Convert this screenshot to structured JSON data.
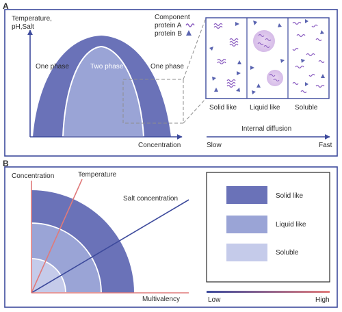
{
  "panel_a": {
    "letter": "A",
    "y_axis_label_line1": "Temperature,",
    "y_axis_label_line2": "pH,Salt",
    "x_axis_label": "Concentration",
    "region_left": "One phase",
    "region_center": "Two phase",
    "region_right": "One phase",
    "legend_line1": "Component",
    "legend_protein_a": "protein A",
    "legend_protein_b": "protein B",
    "states": [
      "Solid like",
      "Liquid like",
      "Soluble"
    ],
    "diffusion_label": "Internal diffusion",
    "diffusion_low": "Slow",
    "diffusion_high": "Fast"
  },
  "panel_b": {
    "letter": "B",
    "y_axis_label": "Concentration",
    "ray_temperature": "Temperature",
    "ray_salt": "Salt concentration",
    "x_axis_label": "Multivalency",
    "legend": [
      "Solid like",
      "Liquid like",
      "Soluble"
    ],
    "scale_low": "Low",
    "scale_high": "High"
  },
  "colors": {
    "solid": "#6a72b8",
    "liquid": "#9aa4d6",
    "soluble": "#c5cbea",
    "axis_blue": "#3d4a9c",
    "axis_red": "#e07a7a",
    "protein_purple": "#8a5cc0",
    "protein_blue": "#5a64b0",
    "dashed_gray": "#8e8e8e"
  }
}
